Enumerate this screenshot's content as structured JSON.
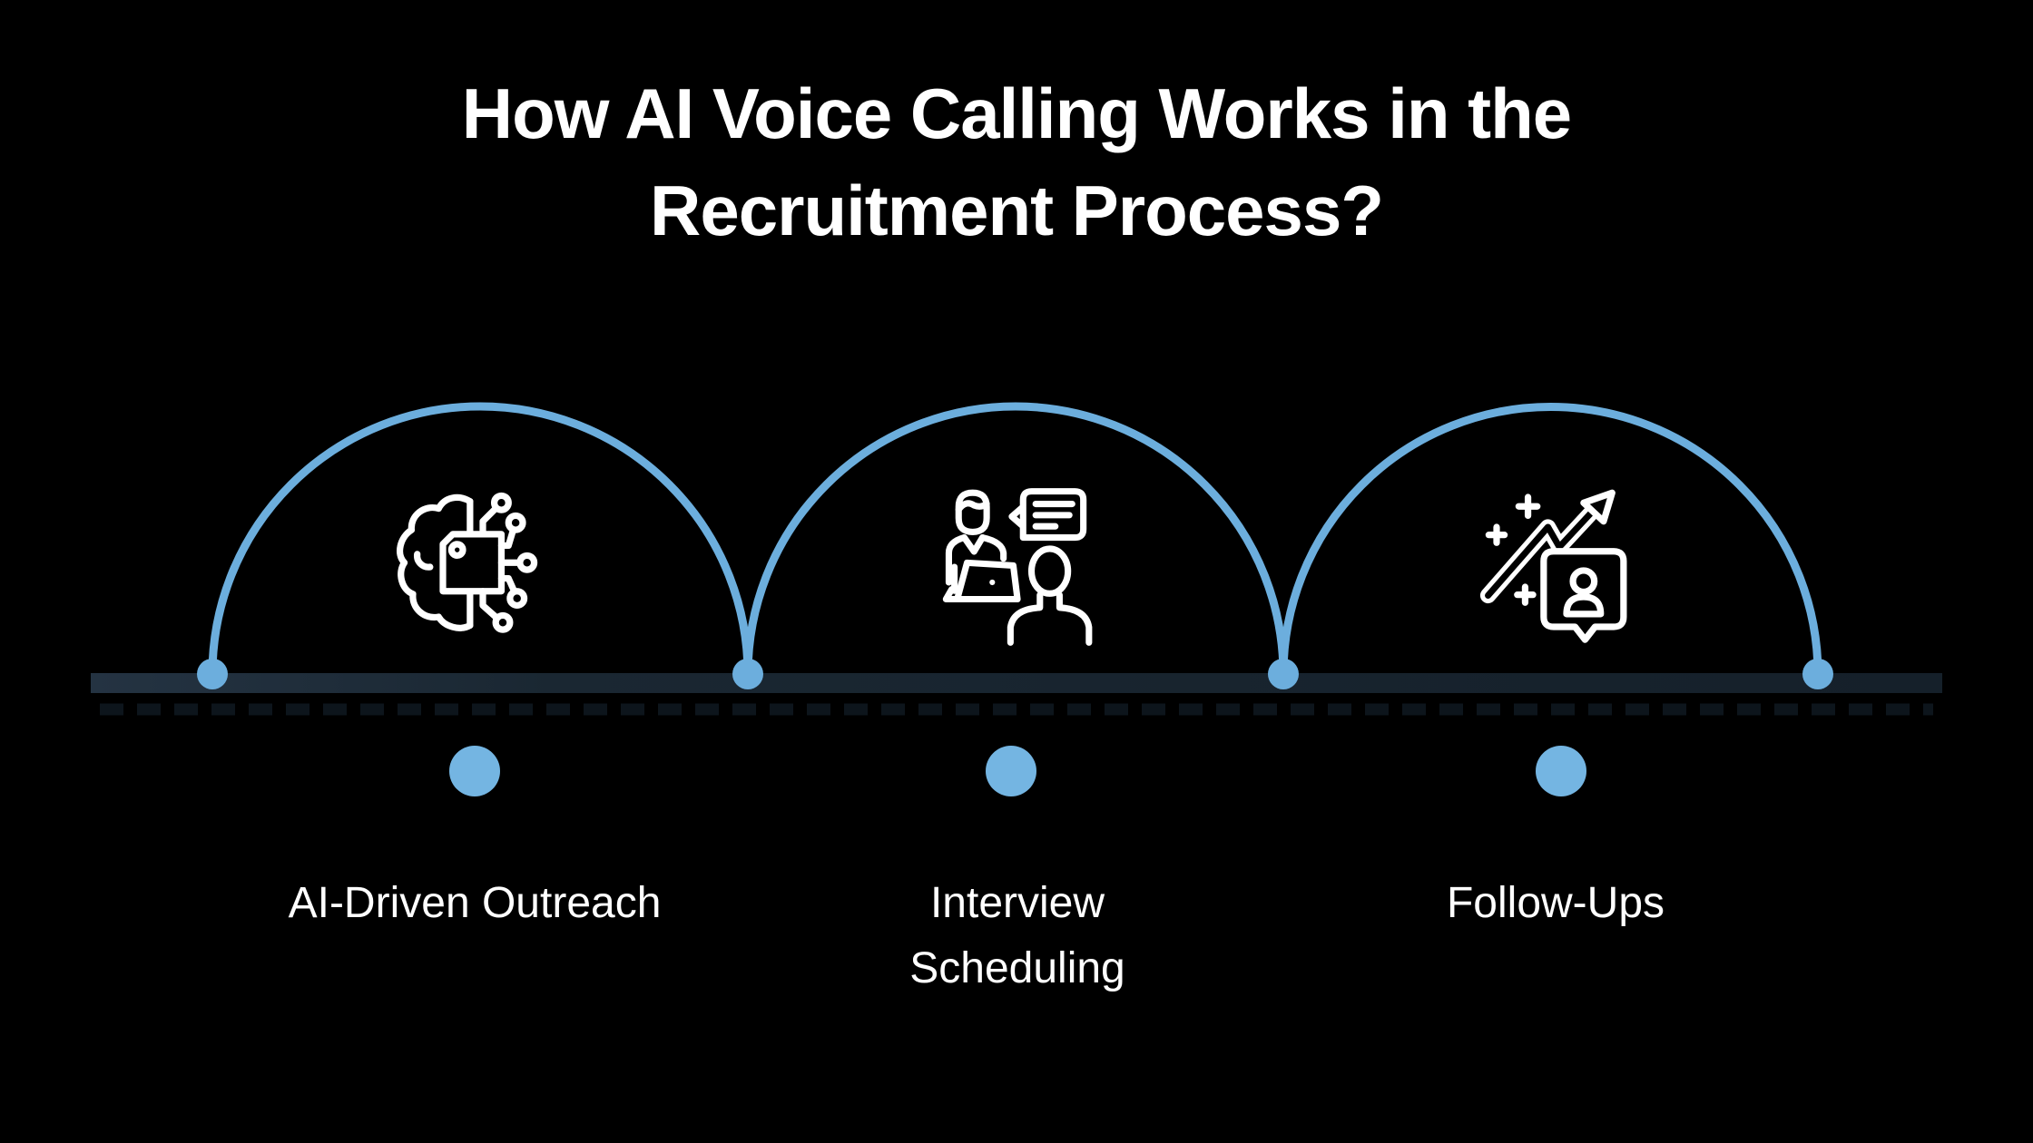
{
  "title": {
    "lines": [
      "How AI Voice Calling Works in the",
      "Recruitment Process?"
    ]
  },
  "steps": [
    {
      "label": "AI-Driven Outreach",
      "icon": "ai-brain-chip-icon"
    },
    {
      "label": "Interview Scheduling",
      "icon": "interview-conversation-icon"
    },
    {
      "label": "Follow-Ups",
      "icon": "growth-contact-card-icon"
    }
  ],
  "colors": {
    "background": "#000000",
    "accent_blue": "#6CAEDD",
    "timeline_dot_blue": "#74B5E2",
    "bar_dark": "#18242E",
    "text_white": "#FFFFFF"
  }
}
